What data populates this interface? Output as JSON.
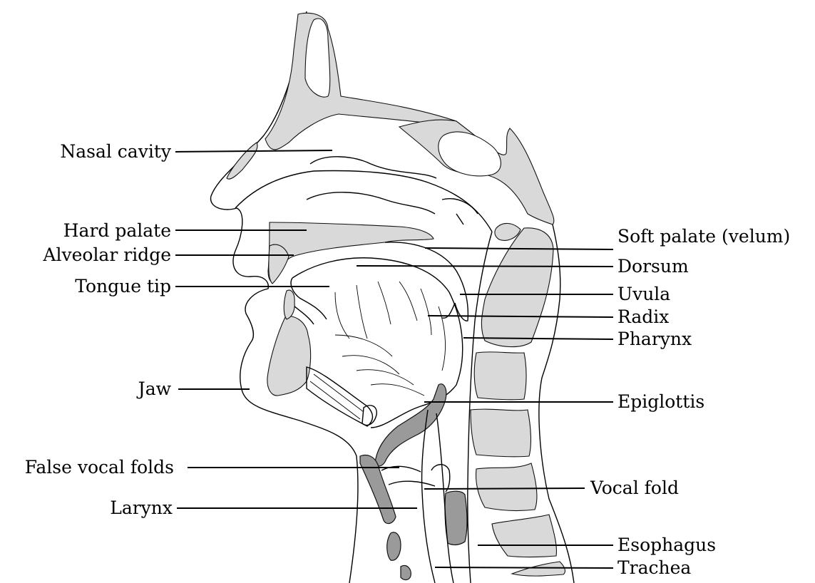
{
  "labels": {
    "nasal_cavity": "Nasal cavity",
    "hard_palate": "Hard palate",
    "alveolar_ridge": "Alveolar ridge",
    "tongue_tip": "Tongue tip",
    "jaw": "Jaw",
    "false_vocal_folds": "False vocal folds",
    "larynx": "Larynx",
    "soft_palate": "Soft palate (velum)",
    "dorsum": "Dorsum",
    "uvula": "Uvula",
    "radix": "Radix",
    "pharynx": "Pharynx",
    "epiglottis": "Epiglottis",
    "vocal_fold": "Vocal fold",
    "esophagus": "Esophagus",
    "trachea": "Trachea"
  },
  "colors": {
    "bone": "#d9d9d9",
    "cartilage": "#9a9a9a",
    "outline": "#000000"
  }
}
